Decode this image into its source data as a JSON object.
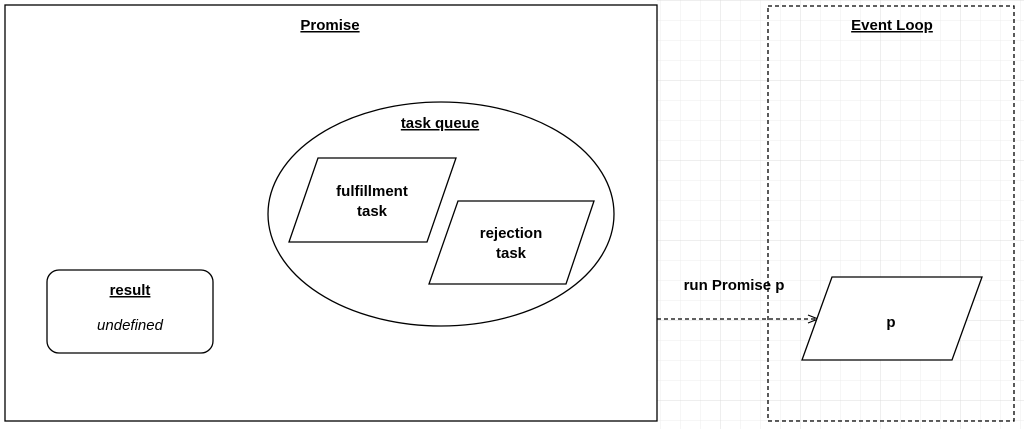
{
  "diagram": {
    "promise": {
      "title": "Promise"
    },
    "event_loop": {
      "title": "Event Loop"
    },
    "task_queue": {
      "title": "task queue",
      "fulfillment": {
        "line1": "fulfillment",
        "line2": "task"
      },
      "rejection": {
        "line1": "rejection",
        "line2": "task"
      }
    },
    "result": {
      "title": "result",
      "value": "undefined"
    },
    "arrow": {
      "label": "run Promise p"
    },
    "p_node": {
      "label": "p"
    }
  },
  "colors": {
    "stroke": "#000000",
    "grid": "#e8e8e8",
    "background": "#ffffff"
  }
}
